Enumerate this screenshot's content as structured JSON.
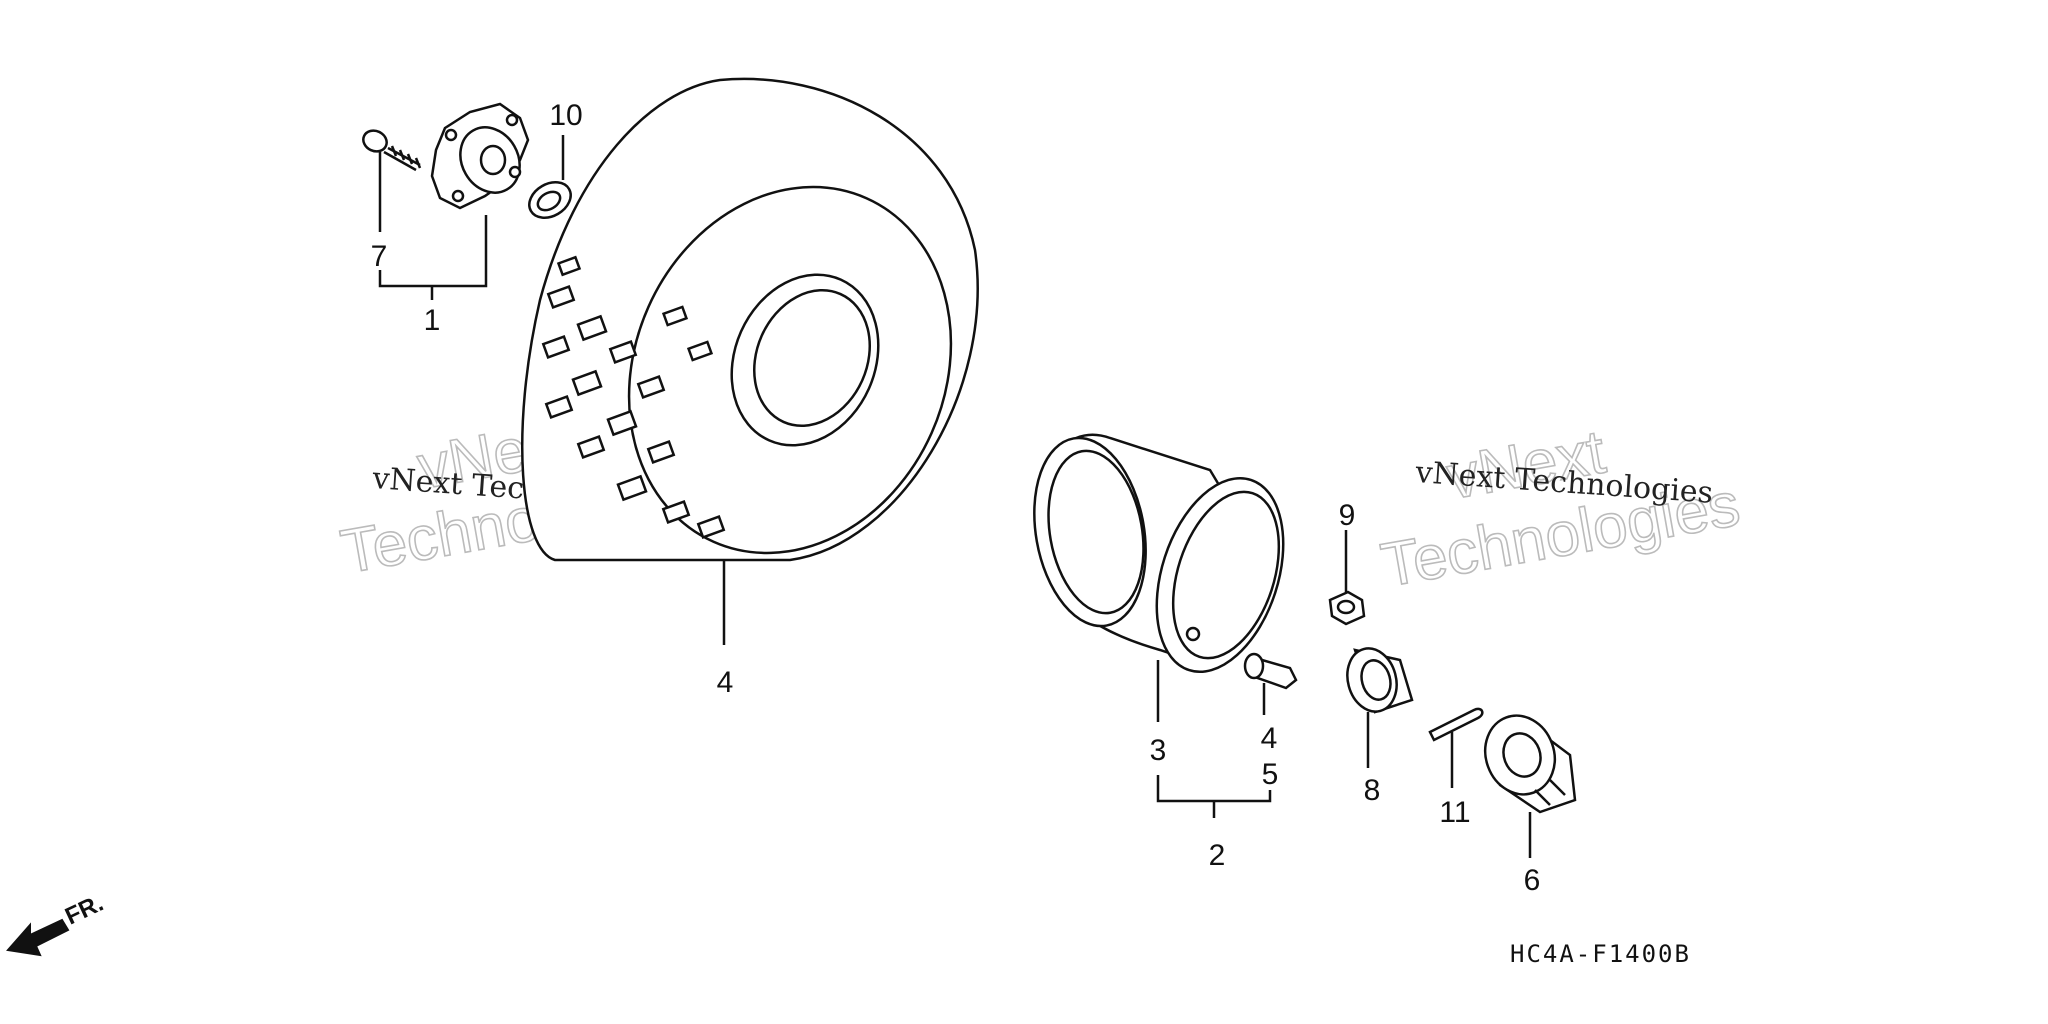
{
  "callouts": {
    "c1": "1",
    "c2": "2",
    "c3": "3",
    "c4a": "4",
    "c4b": "4",
    "c5": "5",
    "c6": "6",
    "c7": "7",
    "c8": "8",
    "c9": "9",
    "c10": "10",
    "c11": "11"
  },
  "diagram_code": "HC4A-F1400B",
  "front_indicator": "FR.",
  "watermarks": {
    "small": "vNext Technologies",
    "big_line1": "vNext",
    "big_line2": "Technologies"
  }
}
